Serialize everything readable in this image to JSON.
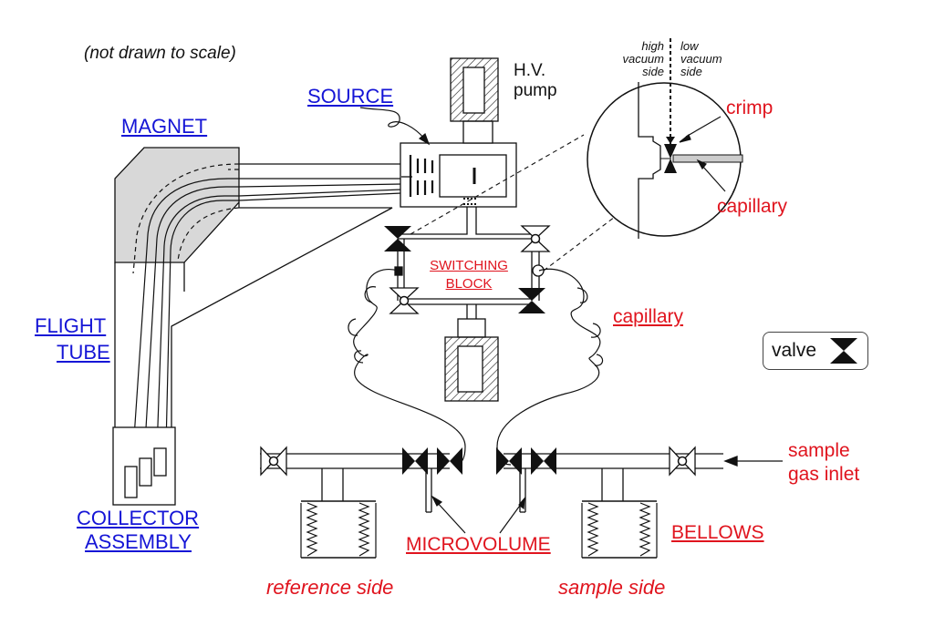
{
  "labels": {
    "scale_note": "(not drawn to scale)",
    "magnet": "MAGNET",
    "source": "SOURCE",
    "hv_pump_line1": "H.V.",
    "hv_pump_line2": "pump",
    "flight_tube_line1": "FLIGHT",
    "flight_tube_line2": "TUBE",
    "collector_line1": "COLLECTOR",
    "collector_line2": "ASSEMBLY",
    "switching_block_line1": "SWITCHING",
    "switching_block_line2": "BLOCK",
    "capillary_main": "capillary",
    "capillary_inset": "capillary",
    "crimp": "crimp",
    "high_vacuum_line1": "high",
    "high_vacuum_line2": "vacuum",
    "high_vacuum_line3": "side",
    "low_vacuum_line1": "low",
    "low_vacuum_line2": "vacuum",
    "low_vacuum_line3": "side",
    "valve_legend": "valve",
    "sample_gas_line1": "sample",
    "sample_gas_line2": "gas inlet",
    "microvolume": "MICROVOLUME",
    "bellows": "BELLOWS",
    "reference_side": "reference side",
    "sample_side": "sample side"
  },
  "colors": {
    "label_blue": "#1515d6",
    "label_red": "#e0141e",
    "line": "#111111",
    "magnet_fill": "#d8d8d8"
  }
}
